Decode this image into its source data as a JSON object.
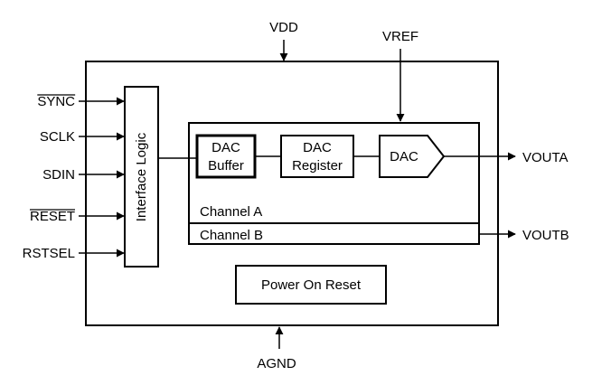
{
  "pins": {
    "vdd": "VDD",
    "vref": "VREF",
    "agnd": "AGND",
    "sync": "SYNC",
    "sclk": "SCLK",
    "sdin": "SDIN",
    "reset": "RESET",
    "rstsel": "RSTSEL",
    "vouta": "VOUTA",
    "voutb": "VOUTB"
  },
  "blocks": {
    "interface_logic": "Interface Logic",
    "dac_buffer_line1": "DAC",
    "dac_buffer_line2": "Buffer",
    "dac_register_line1": "DAC",
    "dac_register_line2": "Register",
    "dac": "DAC",
    "channel_a": "Channel A",
    "channel_b": "Channel B",
    "power_on_reset": "Power On Reset"
  }
}
